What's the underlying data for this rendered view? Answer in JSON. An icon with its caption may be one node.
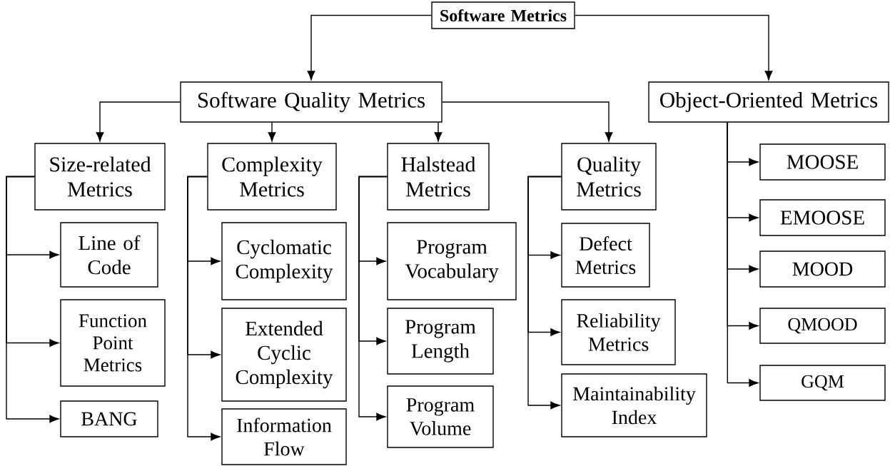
{
  "diagram": {
    "nodes": [
      {
        "text": [
          "Software Metrics"
        ]
      },
      {
        "text": [
          "Software Quality Metrics"
        ]
      },
      {
        "text": [
          "Object-Oriented Metrics"
        ]
      },
      {
        "text": [
          "Size-related Metrics"
        ]
      },
      {
        "text": [
          "Complexity Metrics"
        ]
      },
      {
        "text": [
          "Halstead Metrics"
        ]
      },
      {
        "text": [
          "Quality Metrics"
        ]
      },
      {
        "text": [
          "Line of Code"
        ]
      },
      {
        "text": [
          "Function Point Metrics"
        ]
      },
      {
        "text": [
          "BANG"
        ]
      },
      {
        "text": [
          "Cyclomatic Complexity"
        ]
      },
      {
        "text": [
          "Extended Cyclic Complexity"
        ]
      },
      {
        "text": [
          "Information Flow"
        ]
      },
      {
        "text": [
          "Program Vocabulary"
        ]
      },
      {
        "text": [
          "Program Length"
        ]
      },
      {
        "text": [
          "Program Volume"
        ]
      },
      {
        "text": [
          "Defect Metrics"
        ]
      },
      {
        "text": [
          "Reliability Metrics"
        ]
      },
      {
        "text": [
          "Maintainability Index"
        ]
      },
      {
        "text": [
          "MOOSE"
        ]
      },
      {
        "text": [
          "EMOOSE"
        ]
      },
      {
        "text": [
          "MOOD"
        ]
      },
      {
        "text": [
          "QMOOD"
        ]
      },
      {
        "text": [
          "GQM"
        ]
      }
    ],
    "edges": [
      {
        "from": 0,
        "to": 1,
        "arrow": "to"
      },
      {
        "from": 0,
        "to": 2,
        "arrow": "to"
      },
      {
        "from": 1,
        "to": 3,
        "arrow": "to"
      },
      {
        "from": 1,
        "to": 4,
        "arrow": "to"
      },
      {
        "from": 1,
        "to": 5,
        "arrow": "to"
      },
      {
        "from": 1,
        "to": 6,
        "arrow": "to"
      },
      {
        "from": 3,
        "to": 7,
        "arrow": "to"
      },
      {
        "from": 3,
        "to": 8,
        "arrow": "to"
      },
      {
        "from": 3,
        "to": 9,
        "arrow": "to"
      },
      {
        "from": 4,
        "to": 10,
        "arrow": "to"
      },
      {
        "from": 4,
        "to": 11,
        "arrow": "to"
      },
      {
        "from": 4,
        "to": 12,
        "arrow": "to"
      },
      {
        "from": 5,
        "to": 13,
        "arrow": "to"
      },
      {
        "from": 5,
        "to": 14,
        "arrow": "to"
      },
      {
        "from": 5,
        "to": 15,
        "arrow": "to"
      },
      {
        "from": 6,
        "to": 16,
        "arrow": "to"
      },
      {
        "from": 6,
        "to": 17,
        "arrow": "to"
      },
      {
        "from": 6,
        "to": 18,
        "arrow": "to"
      },
      {
        "from": 2,
        "to": 19,
        "arrow": "to"
      },
      {
        "from": 2,
        "to": 20,
        "arrow": "to"
      },
      {
        "from": 2,
        "to": 21,
        "arrow": "to"
      },
      {
        "from": 2,
        "to": 22,
        "arrow": "to"
      },
      {
        "from": 2,
        "to": 23,
        "arrow": "to"
      }
    ]
  }
}
